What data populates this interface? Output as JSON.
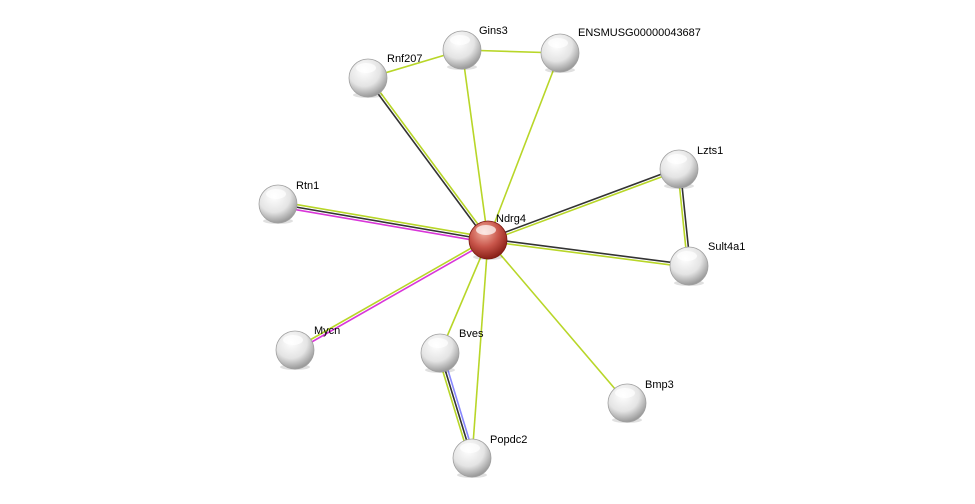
{
  "network": {
    "query_node": "Ndrg4",
    "nodes": [
      {
        "id": "Ndrg4",
        "label": "Ndrg4",
        "query": true
      },
      {
        "id": "Gins3",
        "label": "Gins3"
      },
      {
        "id": "ENSMUSG00000043687",
        "label": "ENSMUSG00000043687"
      },
      {
        "id": "Rnf207",
        "label": "Rnf207"
      },
      {
        "id": "Lzts1",
        "label": "Lzts1"
      },
      {
        "id": "Rtn1",
        "label": "Rtn1"
      },
      {
        "id": "Sult4a1",
        "label": "Sult4a1"
      },
      {
        "id": "Mycn",
        "label": "Mycn"
      },
      {
        "id": "Bves",
        "label": "Bves"
      },
      {
        "id": "Bmp3",
        "label": "Bmp3"
      },
      {
        "id": "Popdc2",
        "label": "Popdc2"
      }
    ],
    "edges": [
      {
        "source": "Ndrg4",
        "target": "Rnf207",
        "colors": [
          "#333333",
          "#b8d628"
        ]
      },
      {
        "source": "Ndrg4",
        "target": "Gins3",
        "colors": [
          "#b8d628"
        ]
      },
      {
        "source": "Ndrg4",
        "target": "ENSMUSG00000043687",
        "colors": [
          "#b8d628"
        ]
      },
      {
        "source": "Gins3",
        "target": "Rnf207",
        "colors": [
          "#b8d628"
        ]
      },
      {
        "source": "Gins3",
        "target": "ENSMUSG00000043687",
        "colors": [
          "#b8d628"
        ]
      },
      {
        "source": "Ndrg4",
        "target": "Lzts1",
        "colors": [
          "#333333",
          "#b8d628"
        ]
      },
      {
        "source": "Ndrg4",
        "target": "Sult4a1",
        "colors": [
          "#333333",
          "#b8d628"
        ]
      },
      {
        "source": "Lzts1",
        "target": "Sult4a1",
        "colors": [
          "#333333",
          "#b8d628"
        ]
      },
      {
        "source": "Ndrg4",
        "target": "Rtn1",
        "colors": [
          "#d936d9",
          "#333333",
          "#b8d628"
        ]
      },
      {
        "source": "Ndrg4",
        "target": "Mycn",
        "colors": [
          "#d936d9",
          "#b8d628"
        ]
      },
      {
        "source": "Ndrg4",
        "target": "Bves",
        "colors": [
          "#b8d628"
        ]
      },
      {
        "source": "Ndrg4",
        "target": "Popdc2",
        "colors": [
          "#b8d628"
        ]
      },
      {
        "source": "Ndrg4",
        "target": "Bmp3",
        "colors": [
          "#b8d628"
        ]
      },
      {
        "source": "Bves",
        "target": "Popdc2",
        "colors": [
          "#8888ff",
          "#333333",
          "#b8d628"
        ]
      }
    ]
  }
}
